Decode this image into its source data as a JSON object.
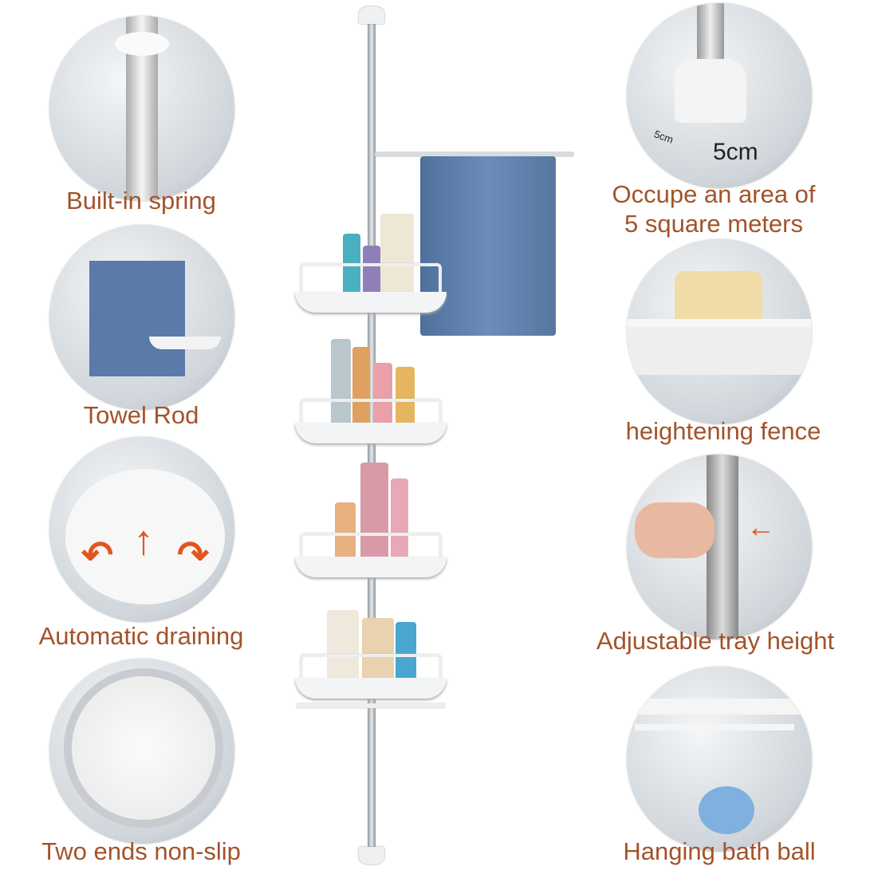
{
  "left_features": [
    {
      "label": "Built-in spring",
      "icon": "spring-pole"
    },
    {
      "label": "Towel Rod",
      "icon": "towel-rod"
    },
    {
      "label": "Automatic draining",
      "icon": "drain-holes"
    },
    {
      "label": "Two ends non-slip",
      "icon": "non-slip-pad"
    }
  ],
  "right_features": [
    {
      "label_line1": "Occupe an area of",
      "label_line2": "5 square meters",
      "annotation_main": "5cm",
      "annotation_small": "5cm",
      "icon": "corner-base"
    },
    {
      "label": "heightening fence",
      "icon": "shelf-fence"
    },
    {
      "label": "Adjustable tray height",
      "icon": "height-clip"
    },
    {
      "label": "Hanging bath ball",
      "icon": "hooks"
    }
  ],
  "colors": {
    "label": "#a3532a",
    "towel": "#5b7aa8",
    "accent_arrow": "#e2561e"
  }
}
